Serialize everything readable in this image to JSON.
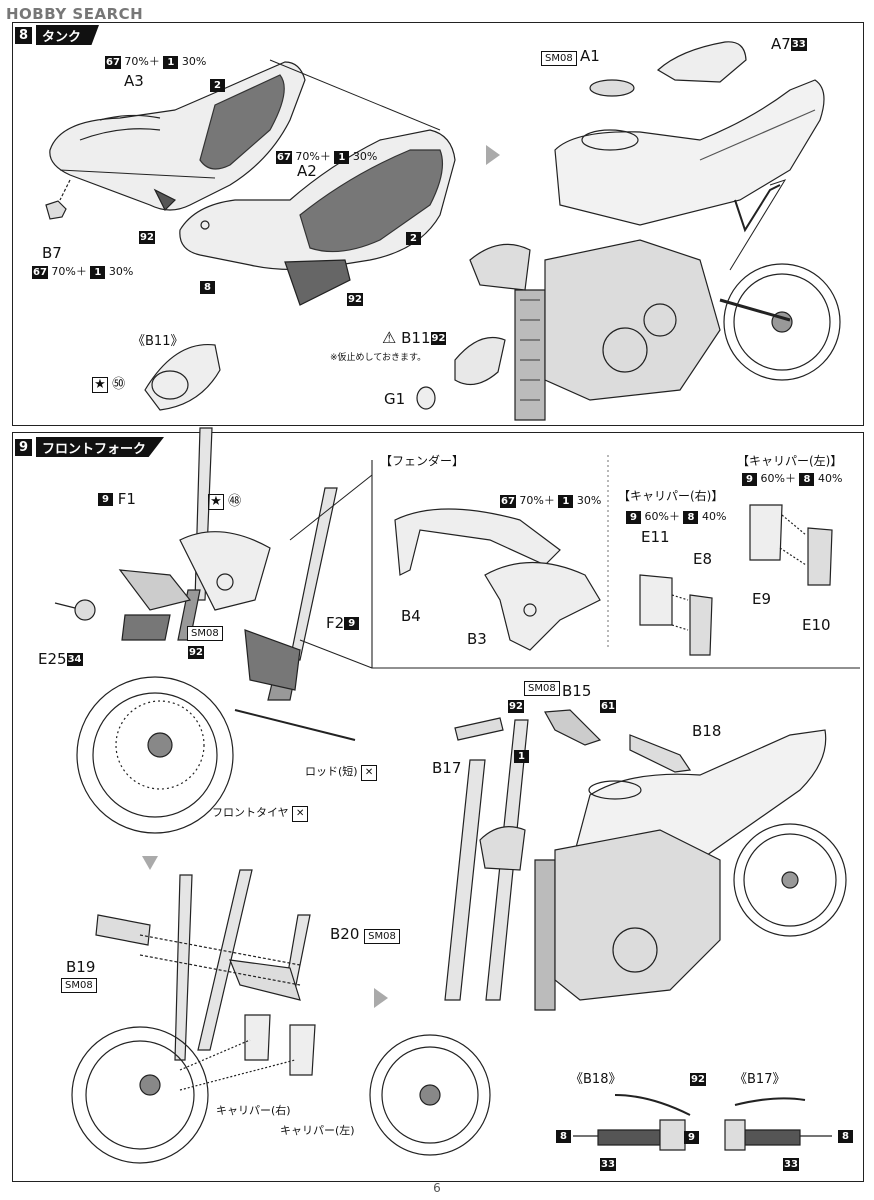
{
  "watermark": {
    "brand": "HOBBY SEARCH"
  },
  "section8": {
    "num": "8",
    "title": "タンク",
    "labels": {
      "a3": "A3",
      "a2": "A2",
      "b7": "B7",
      "a1": "A1",
      "a7": "A7",
      "b11_callout": "《B11》",
      "b11": "B11",
      "g1": "G1"
    },
    "colors": {
      "a3": "70%＋",
      "a3_pct2": "30%",
      "a2": "70%＋",
      "a2_pct2": "30%",
      "b7": "70%＋",
      "b7_pct2": "30%"
    },
    "codes": {
      "c67": "67",
      "c1": "1",
      "c2": "2",
      "c92": "92",
      "c8": "8",
      "c33": "33",
      "c50": "㊿"
    },
    "sm08": "SM08",
    "note": "※仮止めしておきます。"
  },
  "section9": {
    "num": "9",
    "title": "フロントフォーク",
    "fender_title": "【フェンダー】",
    "caliper_right_title": "【キャリパー(右)】",
    "caliper_left_title": "【キャリパー(左)】",
    "labels": {
      "f1": "F1",
      "f2": "F2",
      "e25": "E25",
      "b4": "B4",
      "b3": "B3",
      "e11": "E11",
      "e8": "E8",
      "e9": "E9",
      "e10": "E10",
      "b15": "B15",
      "b17": "B17",
      "b18": "B18",
      "b19": "B19",
      "b20": "B20",
      "rod": "ロッド(短)",
      "front_tire": "フロントタイヤ",
      "caliper_r": "キャリパー(右)",
      "caliper_l": "キャリパー(左)",
      "b18_callout": "《B18》",
      "b17_callout": "《B17》"
    },
    "colors": {
      "fender": "70%＋",
      "fender_pct2": "30%",
      "cal_r": "60%＋",
      "cal_r_pct2": "40%",
      "cal_l": "60%＋",
      "cal_l_pct2": "40%"
    },
    "codes": {
      "c9": "9",
      "c8": "8",
      "c34": "34",
      "c92": "92",
      "c61": "61",
      "c1": "1",
      "c33": "33",
      "c48": "㊽",
      "c67": "67"
    },
    "sm08": "SM08"
  },
  "page_number": "6"
}
